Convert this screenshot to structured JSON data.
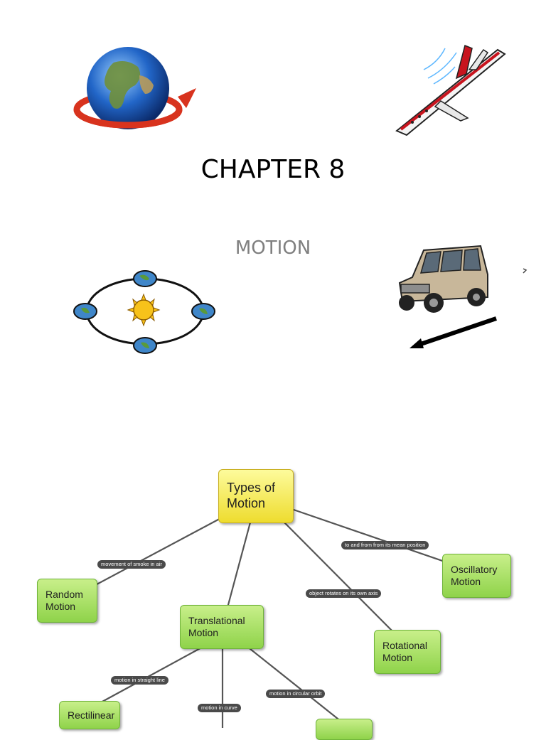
{
  "slide": {
    "title": "CHAPTER 8",
    "subtitle": "MOTION"
  },
  "images": {
    "globe": "rotating-globe-icon",
    "airplane": "airplane-icon",
    "orbit": "earth-orbit-sun-icon",
    "suv": "moving-suv-icon"
  },
  "concept_map": {
    "root": "Types of\nMotion",
    "nodes": {
      "random": "Random\nMotion",
      "translational": "Translational\nMotion",
      "rotational": "Rotational\nMotion",
      "oscillatory": "Oscillatory\nMotion",
      "rectilinear": "Rectilinear"
    },
    "links": {
      "random": "movement of smoke in air",
      "rotational": "object rotates on  its own axis",
      "oscillatory": "to and from from its mean position",
      "rectilinear": "motion in straight line",
      "curvilinear": "motion in curve",
      "circular": "motion in circular orbit"
    }
  },
  "colors": {
    "title": "#000000",
    "subtitle": "#7f7f7f",
    "node_green": "#a4dd5c",
    "node_yellow": "#f5ec5a",
    "link_label_bg": "#4a4a4a",
    "connector": "#555555"
  }
}
